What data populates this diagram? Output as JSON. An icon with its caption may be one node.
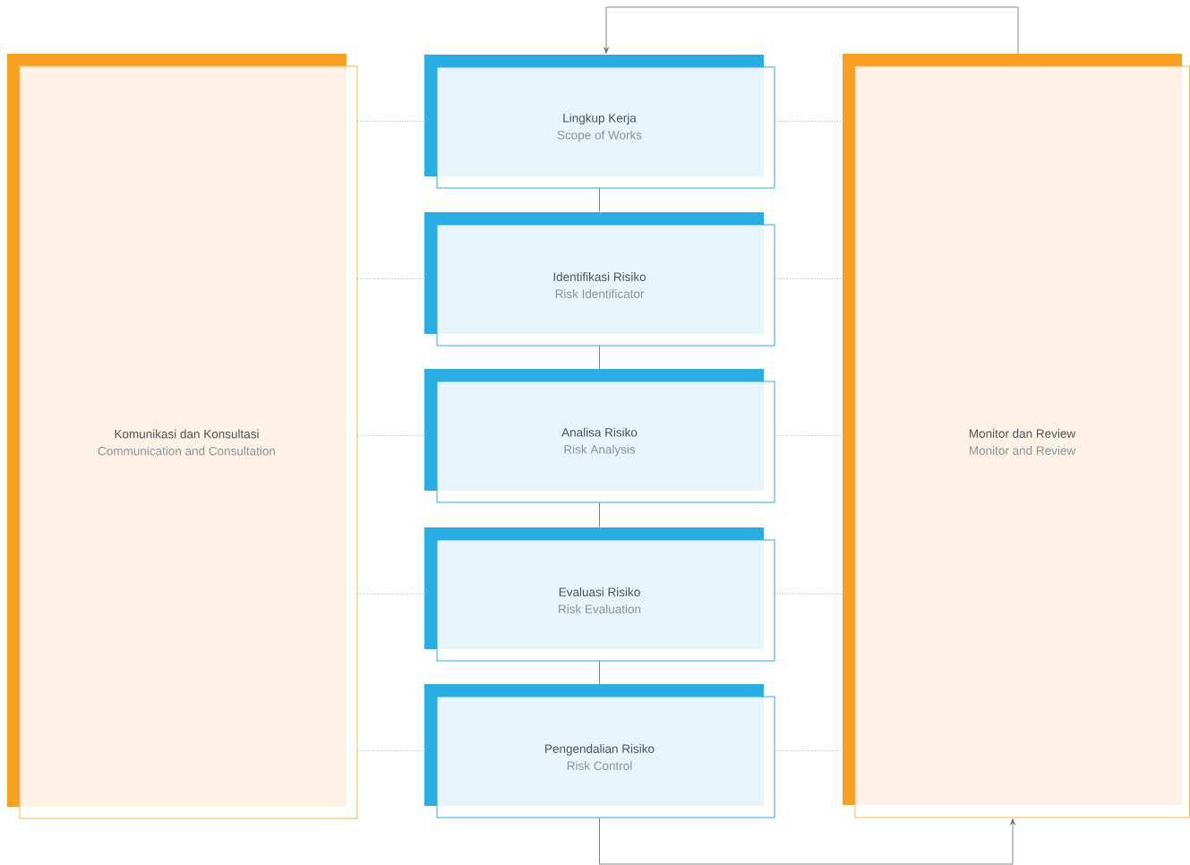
{
  "diagram": {
    "nodes": [
      {
        "text": [
          "Komunikasi dan Konsultasi",
          "Communication and Consultation"
        ]
      },
      {
        "text": [
          "Lingkup Kerja",
          "Scope of Works"
        ]
      },
      {
        "text": [
          "Identifikasi Risiko",
          "Risk Identificator"
        ]
      },
      {
        "text": [
          "Analisa Risiko",
          "Risk Analysis"
        ]
      },
      {
        "text": [
          "Evaluasi Risiko",
          "Risk Evaluation"
        ]
      },
      {
        "text": [
          "Pengendalian Risiko",
          "Risk Control"
        ]
      },
      {
        "text": [
          "Monitor dan Review",
          "Monitor and Review"
        ]
      }
    ],
    "edges": [
      {
        "from": 1,
        "to": 2,
        "arrow": "none"
      },
      {
        "from": 2,
        "to": 3,
        "arrow": "none"
      },
      {
        "from": 3,
        "to": 4,
        "arrow": "none"
      },
      {
        "from": 4,
        "to": 5,
        "arrow": "none"
      },
      {
        "from": 5,
        "to": 6,
        "arrow": "to"
      },
      {
        "from": 6,
        "to": 1,
        "arrow": "to"
      },
      {
        "from": 0,
        "to": 1,
        "arrow": "none",
        "style": "dashed"
      },
      {
        "from": 0,
        "to": 2,
        "arrow": "none",
        "style": "dashed"
      },
      {
        "from": 0,
        "to": 3,
        "arrow": "none",
        "style": "dashed"
      },
      {
        "from": 0,
        "to": 4,
        "arrow": "none",
        "style": "dashed"
      },
      {
        "from": 0,
        "to": 5,
        "arrow": "none",
        "style": "dashed"
      },
      {
        "from": 1,
        "to": 6,
        "arrow": "none",
        "style": "dashed"
      },
      {
        "from": 2,
        "to": 6,
        "arrow": "none",
        "style": "dashed"
      },
      {
        "from": 3,
        "to": 6,
        "arrow": "none",
        "style": "dashed"
      },
      {
        "from": 4,
        "to": 6,
        "arrow": "none",
        "style": "dashed"
      },
      {
        "from": 5,
        "to": 6,
        "arrow": "none",
        "style": "dashed"
      }
    ]
  }
}
